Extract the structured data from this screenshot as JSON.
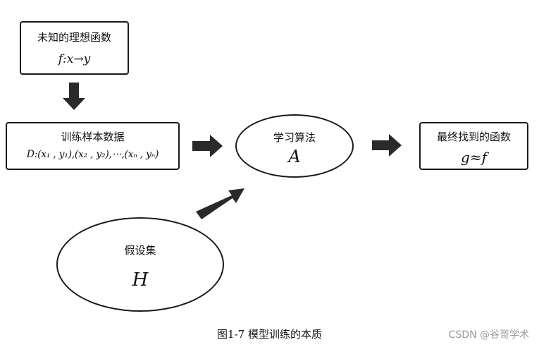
{
  "nodes": {
    "ideal_function": {
      "title": "未知的理想函数",
      "formula": "f:x→y"
    },
    "training_data": {
      "title": "训练样本数据",
      "formula": "D:(x₁ , y₁),(x₂ , y₂),⋯,(xₙ , yₙ)"
    },
    "learning_algorithm": {
      "title": "学习算法",
      "formula": "A"
    },
    "final_function": {
      "title": "最终找到的函数",
      "formula": "g≈f"
    },
    "hypothesis_set": {
      "title": "假设集",
      "formula": "H"
    }
  },
  "caption": "图1-7  模型训练的本质",
  "watermark": "CSDN @谷哥学术",
  "colors": {
    "stroke": "#1a1a1a",
    "arrow": "#2a2a2a",
    "watermark": "#9a9a9a"
  }
}
